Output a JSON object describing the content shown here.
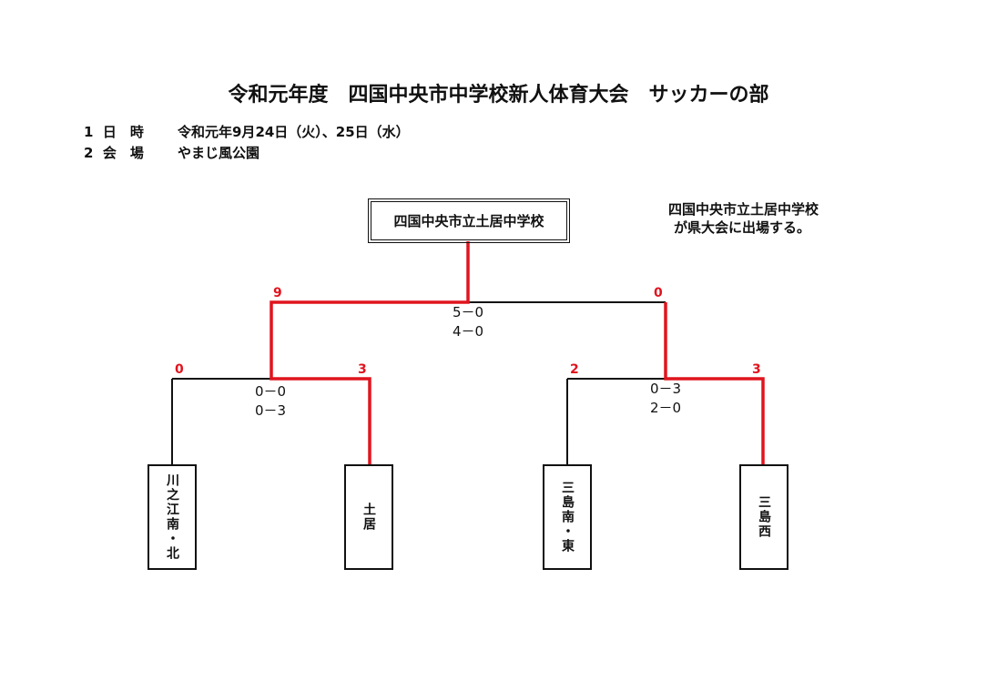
{
  "title": "令和元年度　四国中央市中学校新人体育大会　サッカーの部",
  "info": [
    {
      "num": "1",
      "label": "日　時",
      "value": "令和元年9月24日（火）、25日（水）"
    },
    {
      "num": "2",
      "label": "会　場",
      "value": "やまじ風公園"
    }
  ],
  "champion": "四国中央市立土居中学校",
  "note": [
    "四国中央市立土居中学校",
    "が県大会に出場する。"
  ],
  "final": {
    "left_pts": "9",
    "right_pts": "0",
    "scores": [
      "5－0",
      "4－0"
    ]
  },
  "semi_left": {
    "left_pts": "0",
    "right_pts": "3",
    "scores": [
      "0－0",
      "0－3"
    ]
  },
  "semi_right": {
    "left_pts": "2",
    "right_pts": "3",
    "scores": [
      "0－3",
      "2－0"
    ]
  },
  "teams": [
    "川之江南・北",
    "土居",
    "三島南・東",
    "三島西"
  ],
  "colors": {
    "winner_line": "#e0141e",
    "line": "#111111"
  }
}
